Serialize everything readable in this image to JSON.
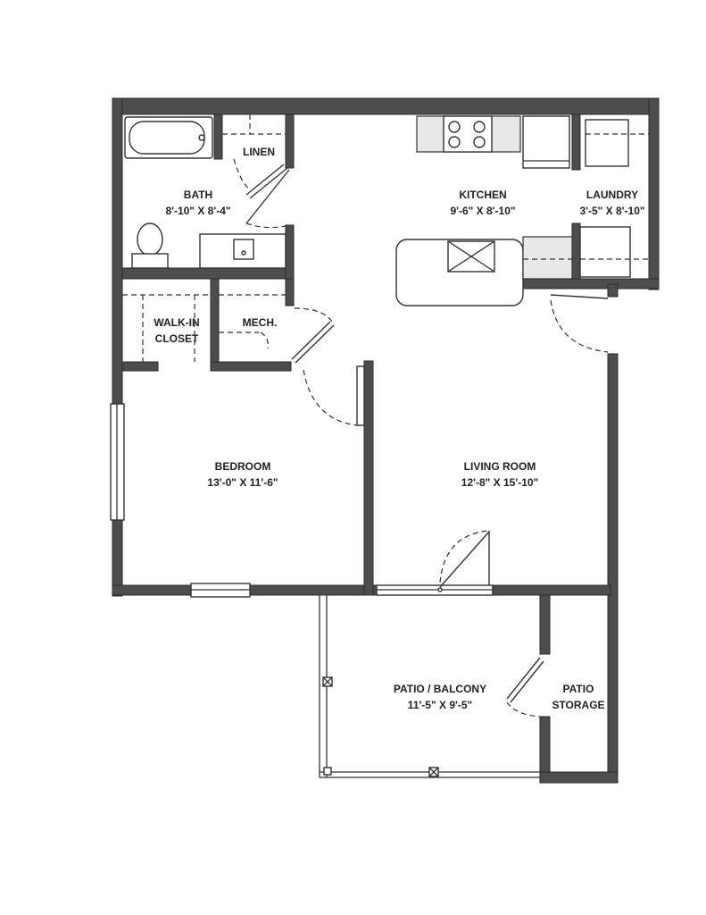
{
  "rooms": {
    "bath": {
      "name": "BATH",
      "size": "8'-10\" X 8'-4\""
    },
    "linen": {
      "name": "LINEN"
    },
    "kitchen": {
      "name": "KITCHEN",
      "size": "9'-6\" X 8'-10\""
    },
    "laundry": {
      "name": "LAUNDRY",
      "size": "3'-5\" X 8'-10\""
    },
    "walkin": {
      "name_line1": "WALK-IN",
      "name_line2": "CLOSET"
    },
    "mech": {
      "name": "MECH."
    },
    "bedroom": {
      "name": "BEDROOM",
      "size": "13'-0\" X 11'-6\""
    },
    "living": {
      "name": "LIVING ROOM",
      "size": "12'-8\" X 15'-10\""
    },
    "patio": {
      "name": "PATIO / BALCONY",
      "size": "11'-5\" X 9'-5\""
    },
    "storage": {
      "name_line1": "PATIO",
      "name_line2": "STORAGE"
    }
  },
  "colors": {
    "wall": "#4d4d4d",
    "line": "#333333",
    "background": "#ffffff"
  }
}
